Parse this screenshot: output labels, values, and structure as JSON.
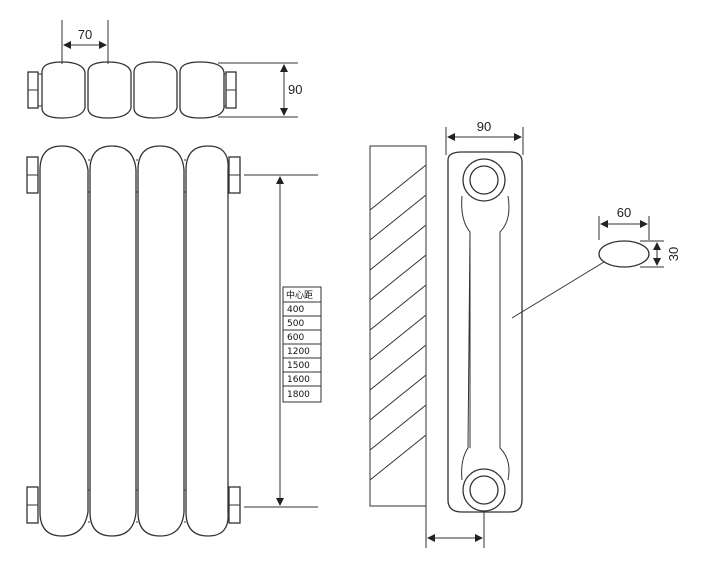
{
  "dimensions": {
    "top_column_spacing": "70",
    "top_depth": "90",
    "side_width": "90",
    "oval_width": "60",
    "oval_height": "30"
  },
  "center_distance_table": {
    "header": "中心距",
    "values": [
      "400",
      "500",
      "600",
      "1200",
      "1500",
      "1600",
      "1800"
    ]
  }
}
